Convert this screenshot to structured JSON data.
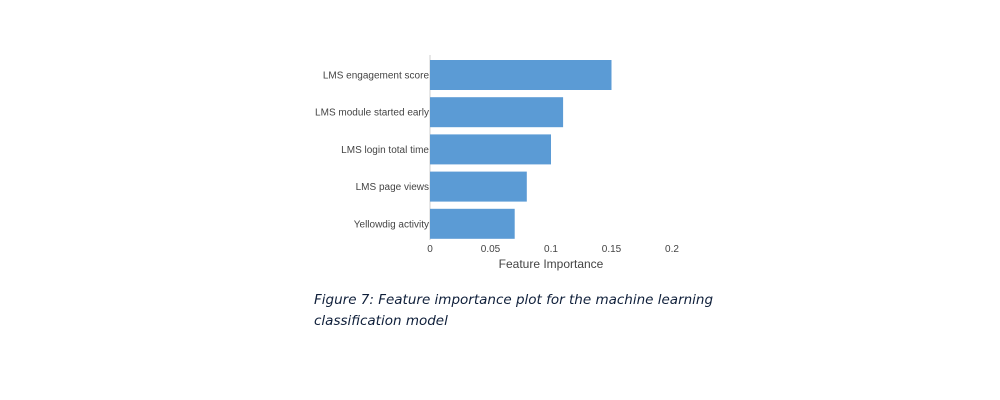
{
  "chart_data": {
    "type": "bar",
    "orientation": "horizontal",
    "categories": [
      "LMS engagement score",
      "LMS module started early",
      "LMS login total time",
      "LMS page views",
      "Yellowdig activity"
    ],
    "values": [
      0.15,
      0.11,
      0.1,
      0.08,
      0.07
    ],
    "xlabel": "Feature Importance",
    "ylabel": "",
    "xlim": [
      0,
      0.2
    ],
    "xticks": [
      0,
      0.05,
      0.1,
      0.15,
      0.2
    ],
    "xtick_labels": [
      "0",
      "0.05",
      "0.1",
      "0.15",
      "0.2"
    ],
    "grid": false,
    "bar_color": "#5b9bd5"
  },
  "caption": {
    "text": "Figure 7: Feature importance plot for the machine learning classification model"
  }
}
